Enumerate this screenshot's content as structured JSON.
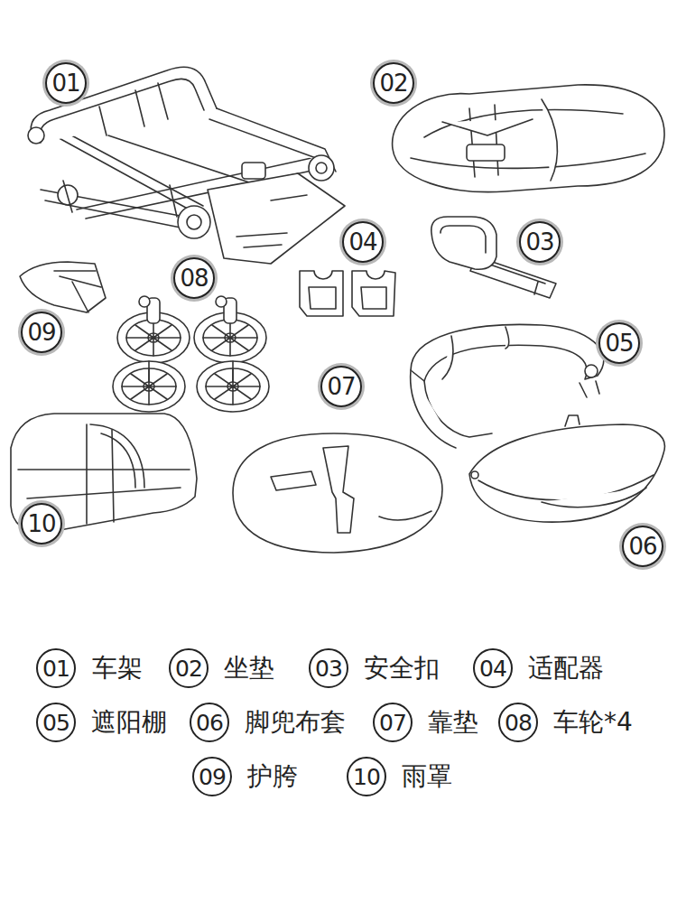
{
  "diagram": {
    "nodes": [
      {
        "text": [
          "01"
        ]
      },
      {
        "text": [
          "02"
        ]
      },
      {
        "text": [
          "04"
        ]
      },
      {
        "text": [
          "03"
        ]
      },
      {
        "text": [
          "08"
        ]
      },
      {
        "text": [
          "09"
        ]
      },
      {
        "text": [
          "05"
        ]
      },
      {
        "text": [
          "07"
        ]
      },
      {
        "text": [
          "10"
        ]
      },
      {
        "text": [
          "06"
        ]
      },
      {
        "text": [
          "01"
        ]
      },
      {
        "text": [
          "02"
        ]
      },
      {
        "text": [
          "03"
        ]
      },
      {
        "text": [
          "04"
        ]
      },
      {
        "text": [
          "05"
        ]
      },
      {
        "text": [
          "06"
        ]
      },
      {
        "text": [
          "07"
        ]
      },
      {
        "text": [
          "08"
        ]
      },
      {
        "text": [
          "09"
        ]
      },
      {
        "text": [
          "10"
        ]
      }
    ],
    "labels": [
      "车架",
      "坐垫",
      "安全扣",
      "适配器",
      "遮阳棚",
      "脚兜布套",
      "靠垫",
      "车轮*4",
      "护胯",
      "雨罩"
    ]
  }
}
